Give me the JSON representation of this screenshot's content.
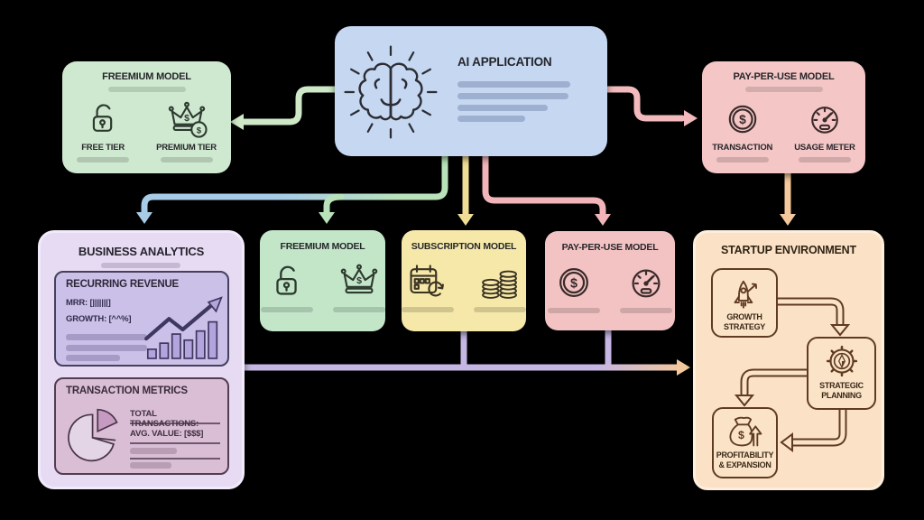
{
  "palette": {
    "background": "#000000",
    "green_box": "#cfe9d0",
    "blue_box": "#c5d7f1",
    "pink_box": "#f4c6c6",
    "yellow_box": "#f6e8a9",
    "purple_box": "#e7dbf3",
    "peach_box": "#fbe2c6",
    "arrow_blue": "#a8cce7",
    "arrow_green": "#b9e2ba",
    "arrow_yellow": "#f0dd96",
    "arrow_pink": "#f1b5b9",
    "arrow_purple": "#c6b6e4",
    "arrow_peach": "#f3c89c"
  },
  "ai_application": {
    "title": "AI APPLICATION",
    "icon": "brain-icon"
  },
  "top_left_freemium": {
    "title": "FREEMIUM MODEL",
    "items": [
      {
        "icon": "open-padlock-icon",
        "label": "FREE TIER"
      },
      {
        "icon": "premium-crown-icon",
        "label": "PREMIUM TIER"
      }
    ]
  },
  "top_right_pay_per_use": {
    "title": "PAY-PER-USE MODEL",
    "items": [
      {
        "icon": "dollar-coin-icon",
        "label": "TRANSACTION"
      },
      {
        "icon": "usage-gauge-icon",
        "label": "USAGE METER"
      }
    ]
  },
  "business_analytics": {
    "title": "BUSINESS ANALYTICS",
    "recurring_revenue": {
      "title": "RECURRING REVENUE",
      "mrr": "MRR: [|||||||]",
      "growth": "GROWTH: [^^%]",
      "icon": "bar-chart-trend-icon"
    },
    "transaction_metrics": {
      "title": "TRANSACTION METRICS",
      "total": "TOTAL TRANSACTIONS:",
      "avg": "AVG. VALUE: [$$$]",
      "icon": "pie-chart-icon"
    }
  },
  "middle_freemium": {
    "title": "FREEMIUM MODEL",
    "icons": [
      "open-padlock-icon",
      "crown-icon"
    ]
  },
  "subscription_model": {
    "title": "SUBSCRIPTION MODEL",
    "icons": [
      "calendar-renewal-icon",
      "coin-stack-icon"
    ]
  },
  "middle_pay_per_use": {
    "title": "PAY-PER-USE MODEL",
    "icons": [
      "dollar-coin-icon",
      "usage-gauge-icon"
    ]
  },
  "startup_environment": {
    "title": "STARTUP ENVIRONMENT",
    "nodes": [
      {
        "icon": "rocket-icon",
        "label": "GROWTH STRATEGY"
      },
      {
        "icon": "gear-compass-icon",
        "label": "STRATEGIC PLANNING"
      },
      {
        "icon": "money-bag-icon",
        "label": "PROFITABILITY & EXPANSION"
      }
    ]
  }
}
